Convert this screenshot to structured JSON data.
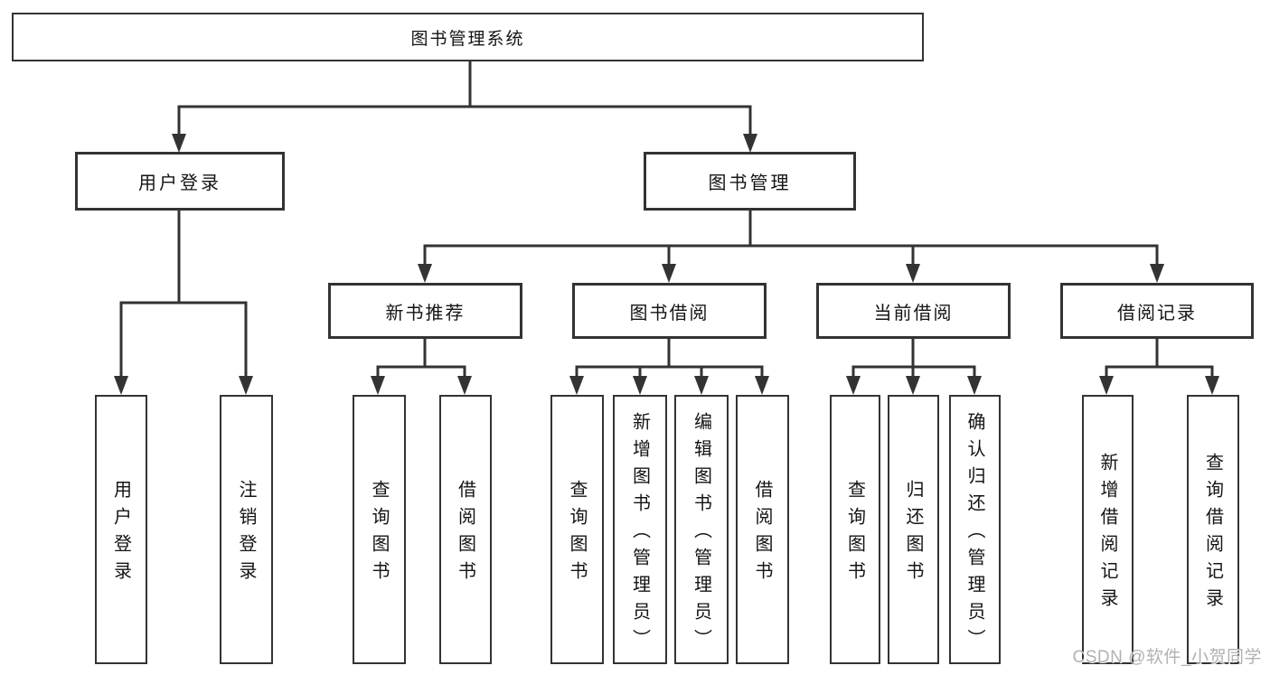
{
  "diagram": {
    "root": {
      "label": "图书管理系统",
      "children": [
        {
          "label": "用户登录",
          "children": [
            {
              "label": "用户登录"
            },
            {
              "label": "注销登录"
            }
          ]
        },
        {
          "label": "图书管理",
          "children": [
            {
              "label": "新书推荐",
              "children": [
                {
                  "label": "查询图书"
                },
                {
                  "label": "借阅图书"
                }
              ]
            },
            {
              "label": "图书借阅",
              "children": [
                {
                  "label": "查询图书"
                },
                {
                  "label": "新增图书（管理员）"
                },
                {
                  "label": "编辑图书（管理员）"
                },
                {
                  "label": "借阅图书"
                }
              ]
            },
            {
              "label": "当前借阅",
              "children": [
                {
                  "label": "查询图书"
                },
                {
                  "label": "归还图书"
                },
                {
                  "label": "确认归还（管理员）"
                }
              ]
            },
            {
              "label": "借阅记录",
              "children": [
                {
                  "label": "新增借阅记录"
                },
                {
                  "label": "查询借阅记录"
                }
              ]
            }
          ]
        }
      ]
    }
  },
  "watermark": "CSDN @软件_小贺同学",
  "colors": {
    "line": "#333333",
    "box_border": "#333333",
    "box_fill": "#ffffff",
    "text": "#141414",
    "watermark": "#b1b1b1",
    "background": "#ffffff"
  }
}
